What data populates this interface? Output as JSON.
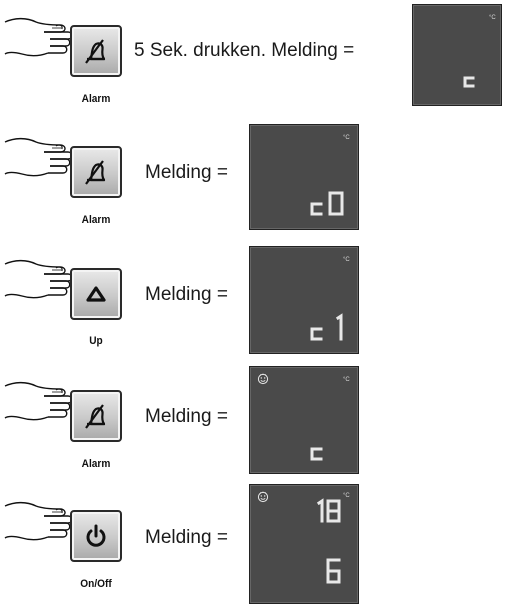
{
  "steps": [
    {
      "button_label": "Alarm",
      "button_icon": "alarm-off-icon",
      "message": "5 Sek. drukken. Melding =",
      "display": {
        "unit": "°C",
        "lower": "c",
        "upper": "",
        "smiley": false
      }
    },
    {
      "button_label": "Alarm",
      "button_icon": "alarm-off-icon",
      "message": "Melding =",
      "display": {
        "unit": "°C",
        "lower": "c0",
        "upper": "",
        "smiley": false
      }
    },
    {
      "button_label": "Up",
      "button_icon": "up-arrow-icon",
      "message": "Melding =",
      "display": {
        "unit": "°C",
        "lower": "c1",
        "upper": "",
        "smiley": false
      }
    },
    {
      "button_label": "Alarm",
      "button_icon": "alarm-off-icon",
      "message": "Melding =",
      "display": {
        "unit": "°C",
        "lower": "c",
        "upper": "",
        "smiley": true
      }
    },
    {
      "button_label": "On/Off",
      "button_icon": "power-icon",
      "message": "Melding =",
      "display": {
        "unit": "°C",
        "lower": "6",
        "upper": "18",
        "smiley": true
      }
    }
  ],
  "colors": {
    "display_bg": "#4a4a4a",
    "segment": "#e8e8e8",
    "text": "#1a1a1a"
  }
}
